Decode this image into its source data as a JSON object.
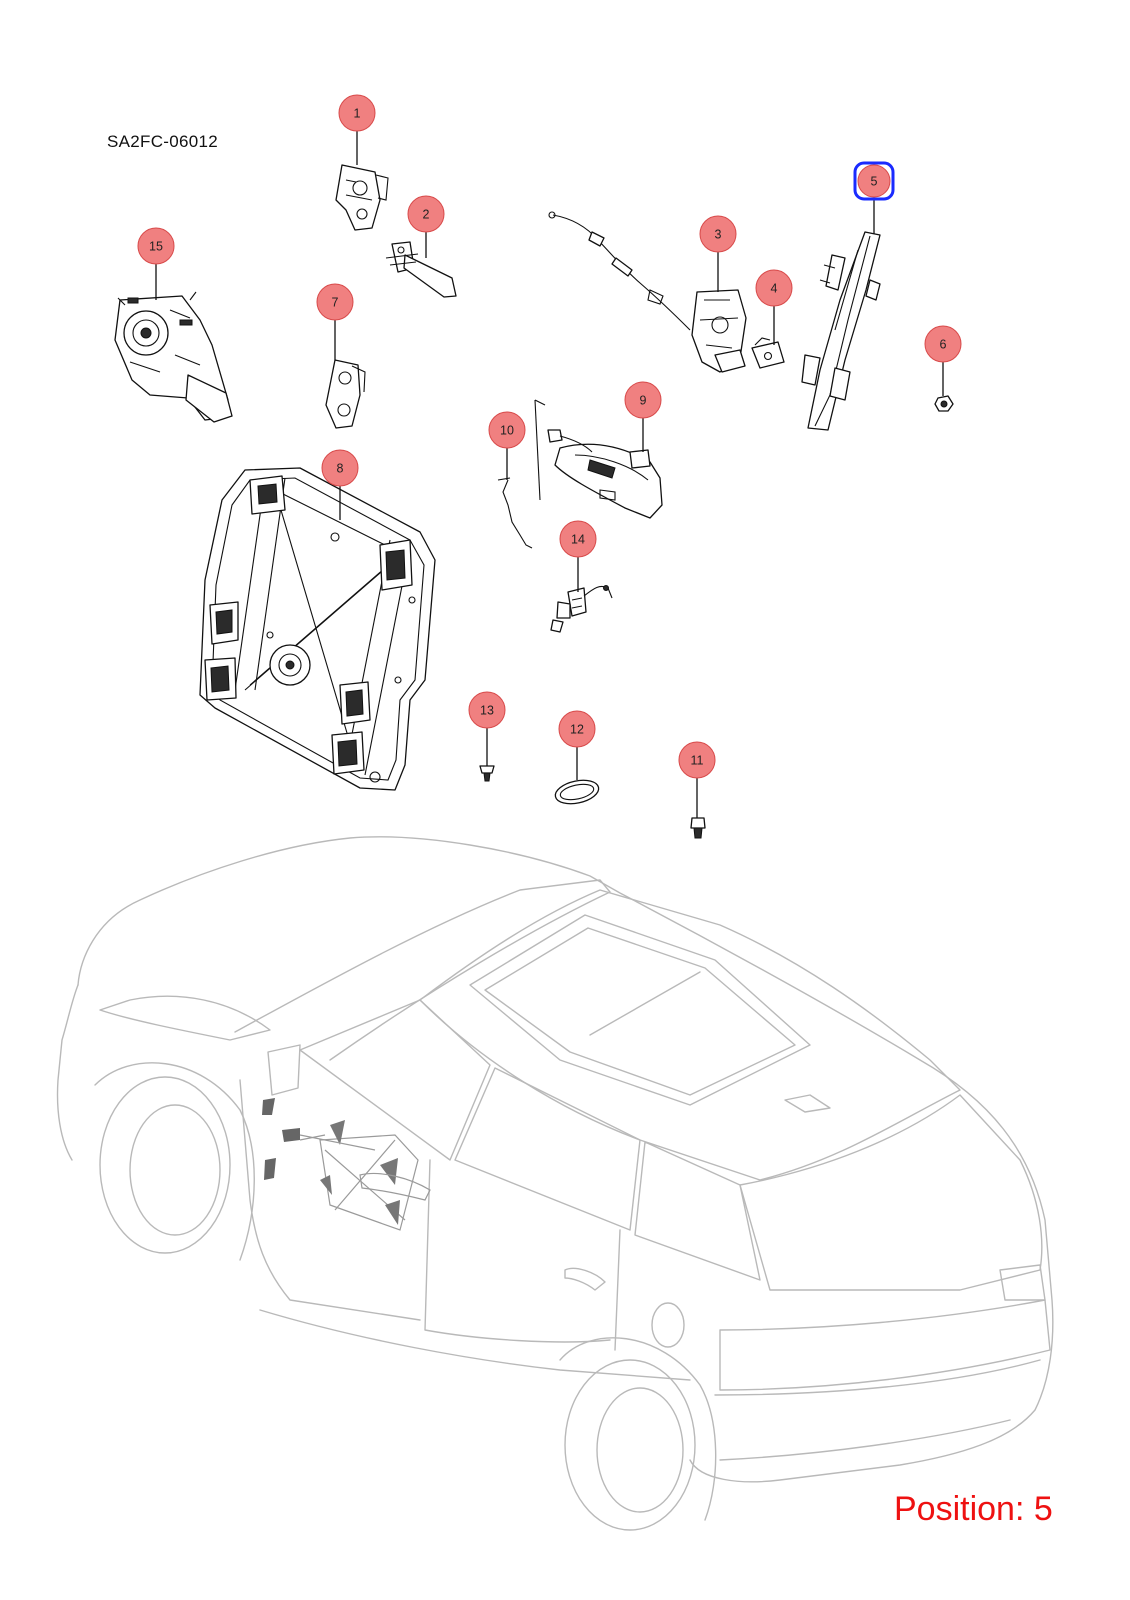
{
  "diagram": {
    "code": "SA2FC-06012",
    "position_label": "Position: 5",
    "selected_position": "5",
    "colors": {
      "callout_fill": "#f08080",
      "callout_stroke": "#d84a4a",
      "selected_stroke": "#1a2bff",
      "position_text": "#ee1111",
      "vehicle_outline": "#b9b9b9"
    },
    "callouts": [
      {
        "id": "1",
        "label": "1"
      },
      {
        "id": "2",
        "label": "2"
      },
      {
        "id": "3",
        "label": "3"
      },
      {
        "id": "4",
        "label": "4"
      },
      {
        "id": "5",
        "label": "5"
      },
      {
        "id": "6",
        "label": "6"
      },
      {
        "id": "7",
        "label": "7"
      },
      {
        "id": "8",
        "label": "8"
      },
      {
        "id": "9",
        "label": "9"
      },
      {
        "id": "10",
        "label": "10"
      },
      {
        "id": "11",
        "label": "11"
      },
      {
        "id": "12",
        "label": "12"
      },
      {
        "id": "13",
        "label": "13"
      },
      {
        "id": "14",
        "label": "14"
      },
      {
        "id": "15",
        "label": "15"
      }
    ]
  }
}
